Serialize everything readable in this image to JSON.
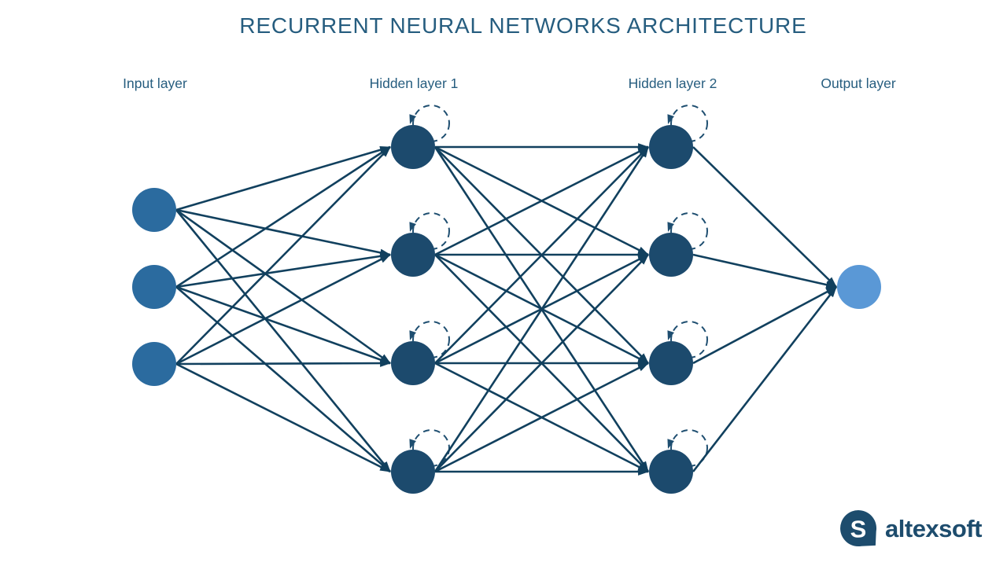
{
  "title": "RECURRENT NEURAL NETWORKS ARCHITECTURE",
  "colors": {
    "title_text": "#265D7F",
    "label_text": "#265D7F",
    "input_node": "#2B6B9F",
    "hidden_node": "#1C4A6D",
    "output_node": "#5A98D6",
    "edge": "#11405E",
    "loop": "#1E4E70",
    "logo": "#1D4C6D"
  },
  "diagram": {
    "type": "neural-network",
    "connections": "fully-connected between consecutive layers, arrows point left-to-right; every hidden node has a dashed recurrent self-loop arrow",
    "layers": [
      {
        "id": "input",
        "label": "Input layer",
        "nodes": 3,
        "self_loop": false,
        "color_key": "input_node"
      },
      {
        "id": "hidden1",
        "label": "Hidden layer 1",
        "nodes": 4,
        "self_loop": true,
        "color_key": "hidden_node"
      },
      {
        "id": "hidden2",
        "label": "Hidden layer 2",
        "nodes": 4,
        "self_loop": true,
        "color_key": "hidden_node"
      },
      {
        "id": "output",
        "label": "Output layer",
        "nodes": 1,
        "self_loop": false,
        "color_key": "output_node"
      }
    ]
  },
  "logo": {
    "wordmark": "altexsoft",
    "mark_letter": "S"
  }
}
